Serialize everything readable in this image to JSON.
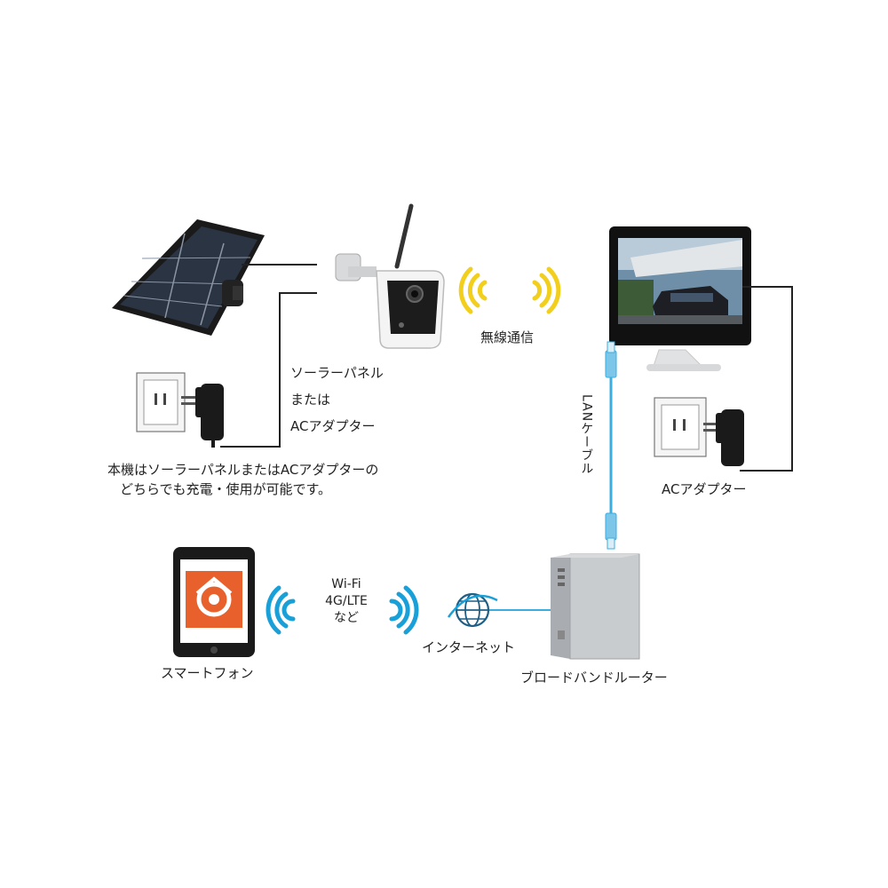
{
  "labels": {
    "power_line1": "ソーラーパネル",
    "power_line2": "または",
    "power_line3": "ACアダプター",
    "note_line1": "本機はソーラーパネルまたはACアダプターの",
    "note_line2": "どちらでも充電・使用が可能です。",
    "wireless": "無線通信",
    "lan_cable": "LANケーブル",
    "ac_adapter_monitor": "ACアダプター",
    "wifi_line1": "Wi-Fi",
    "wifi_line2": "4G/LTE",
    "wifi_line3": "など",
    "smartphone": "スマートフォン",
    "internet": "インターネット",
    "router": "ブロードバンドルーター"
  },
  "colors": {
    "wireless_waves": "#f2cf1d",
    "wifi_waves": "#1aa0d8",
    "lan_cable": "#3aaee0",
    "app_icon": "#e8602c"
  }
}
